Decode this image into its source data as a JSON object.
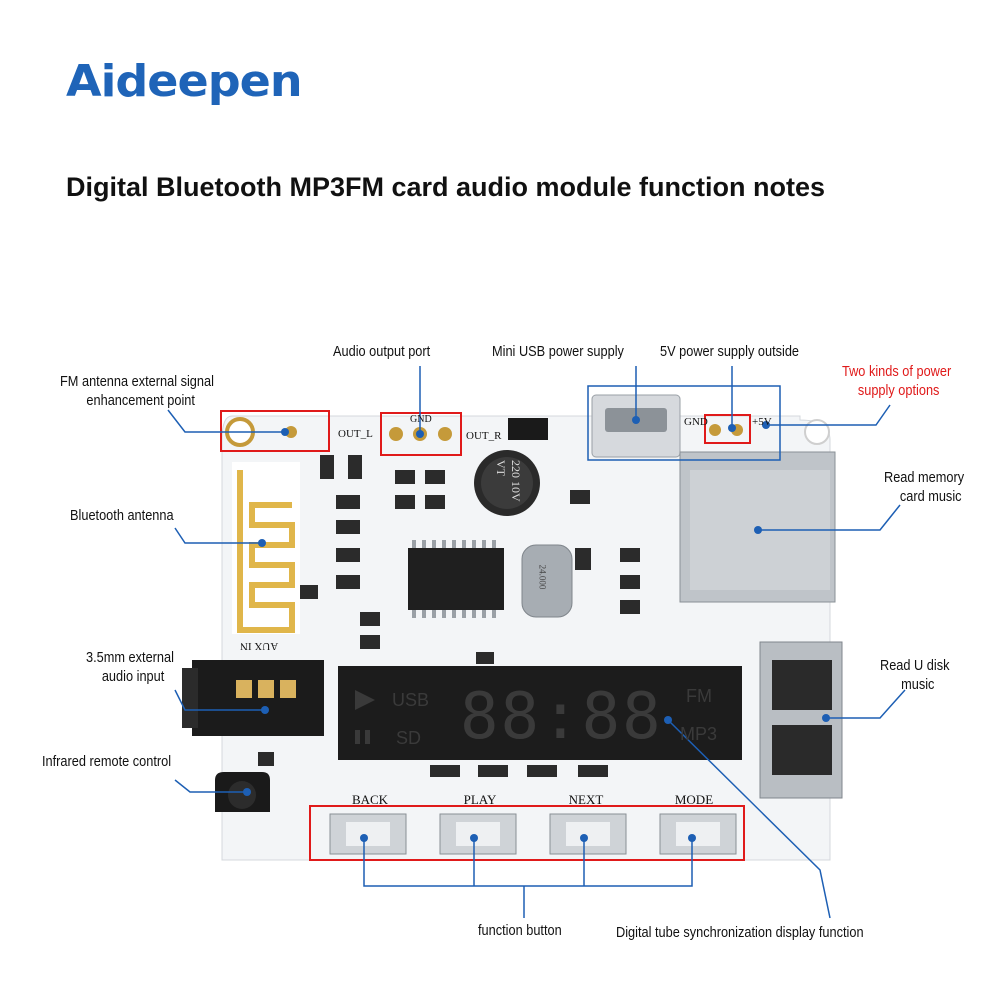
{
  "brand": {
    "logo_text": "Aideepen",
    "logo_first": "A",
    "logo_rest": "ideepen"
  },
  "heading": "Digital Bluetooth MP3FM card audio module function notes",
  "callouts": {
    "fm_antenna": "FM antenna external signal",
    "fm_antenna_2": "enhancement point",
    "audio_output": "Audio output port",
    "mini_usb": "Mini USB power supply",
    "power_5v": "5V power supply outside",
    "two_kinds": "Two kinds of power",
    "two_kinds_2": "supply options",
    "bluetooth_antenna": "Bluetooth antenna",
    "read_memory": "Read memory",
    "read_memory_2": "card music",
    "aux_input": "3.5mm external",
    "aux_input_2": "audio input",
    "read_udisk": "Read U disk",
    "read_udisk_2": "music",
    "infrared": "Infrared remote control",
    "function_button": "function button",
    "digital_tube": "Digital tube synchronization display function"
  },
  "board": {
    "out_l": "OUT_L",
    "out_r": "OUT_R",
    "gnd_top": "GND",
    "gnd_power": "GND",
    "plus5v": "+5V",
    "aux_in": "AUX IN",
    "cap_label": "220 10V VT",
    "crystal": "24.000",
    "display_usb": "USB",
    "display_sd": "SD",
    "display_fm": "FM",
    "display_mp3": "MP3",
    "display_digits": "88:88",
    "buttons": [
      "BACK",
      "PLAY",
      "NEXT",
      "MODE"
    ]
  },
  "colors": {
    "pointer": "#1d5fb4",
    "highlight_box": "#e01a1a",
    "pcb": "#f4f6f8",
    "antenna": "#e0b64a",
    "display": "#1d1d1d"
  }
}
